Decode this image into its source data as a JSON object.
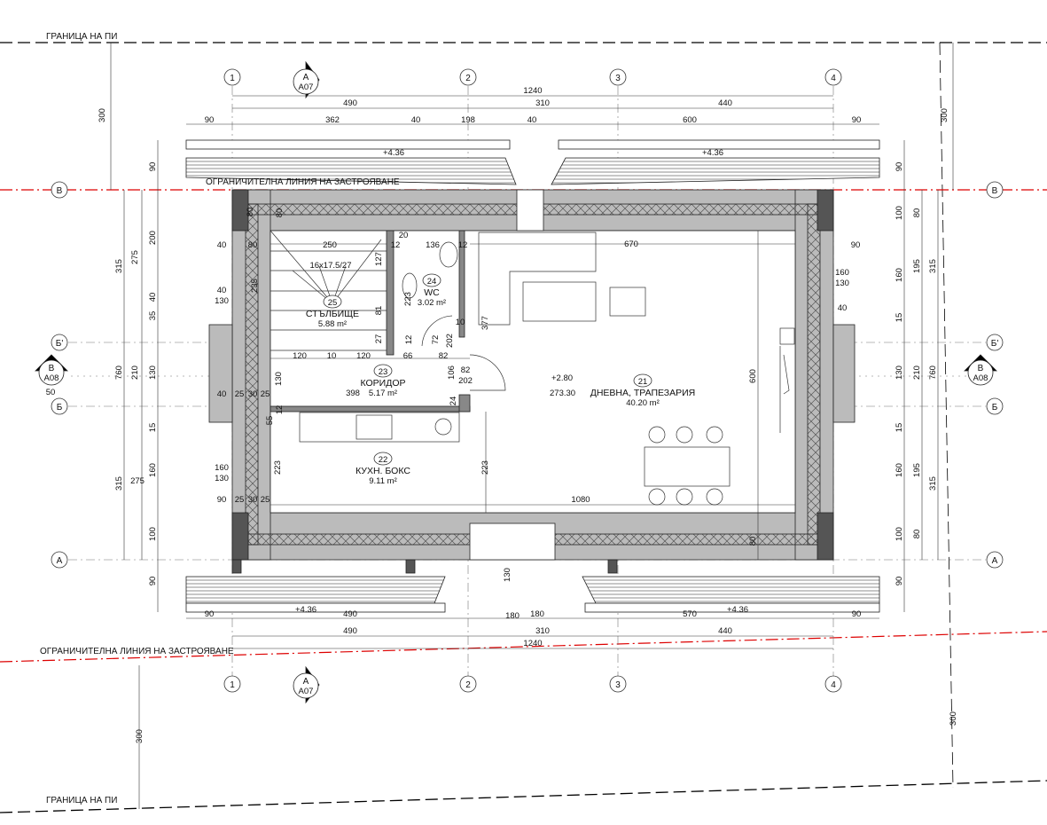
{
  "boundary": {
    "plot_label": "ГРАНИЦА НА ПИ",
    "build_limit_label": "ОГРАНИЧИТЕЛНА ЛИНИЯ НА ЗАСТРОЯВАНЕ"
  },
  "grid_axes": {
    "columns": [
      "1",
      "2",
      "3",
      "4"
    ],
    "rows": [
      "В",
      "Б'",
      "Б",
      "А"
    ]
  },
  "sections": [
    {
      "id": "A",
      "sheet": "A07"
    },
    {
      "id": "B",
      "sheet": "A08"
    }
  ],
  "elevations": {
    "eave": "+4.36",
    "floor": "+2.80",
    "absolute": "273.30"
  },
  "rooms": [
    {
      "number": "25",
      "name": "СТЪЛБИЩЕ",
      "area": "5.88 m²"
    },
    {
      "number": "24",
      "name": "WC",
      "area": "3.02 m²"
    },
    {
      "number": "23",
      "name": "КОРИДОР",
      "area": "5.17 m²"
    },
    {
      "number": "22",
      "name": "КУХН. БОКС",
      "area": "9.11 m²"
    },
    {
      "number": "21",
      "name": "ДНЕВНА, ТРАПЕЗАРИЯ",
      "area": "40.20 m²"
    }
  ],
  "stair_spec": "16x17.5/27",
  "dims": {
    "overall": "1240",
    "axes": [
      "490",
      "310",
      "440"
    ],
    "top_detail": [
      "90",
      "362",
      "40",
      "198",
      "40",
      "600",
      "90"
    ],
    "bottom_detail": [
      "90",
      "490",
      "180",
      "570",
      "90"
    ],
    "left": [
      "300",
      "90",
      "315",
      "275",
      "200",
      "40",
      "35",
      "760",
      "210",
      "130",
      "50",
      "15",
      "315",
      "275",
      "160",
      "100",
      "90"
    ],
    "right": [
      "300",
      "90",
      "100",
      "80",
      "315",
      "195",
      "160",
      "15",
      "760",
      "210",
      "130",
      "15",
      "160",
      "195",
      "315",
      "100",
      "80",
      "90",
      "300"
    ],
    "interior": [
      "250",
      "235",
      "127",
      "20",
      "136",
      "12",
      "12",
      "223",
      "81",
      "27",
      "12",
      "72",
      "202",
      "10",
      "120",
      "10",
      "120",
      "66",
      "82",
      "106",
      "82",
      "202",
      "24",
      "130",
      "398",
      "40",
      "130",
      "40",
      "80",
      "80",
      "40",
      "25",
      "30",
      "25",
      "160",
      "130",
      "223",
      "223",
      "377",
      "670",
      "80",
      "90",
      "160",
      "130",
      "40",
      "1080",
      "180",
      "130",
      "600",
      "80",
      "25",
      "30",
      "25",
      "90",
      "55",
      "12"
    ]
  }
}
